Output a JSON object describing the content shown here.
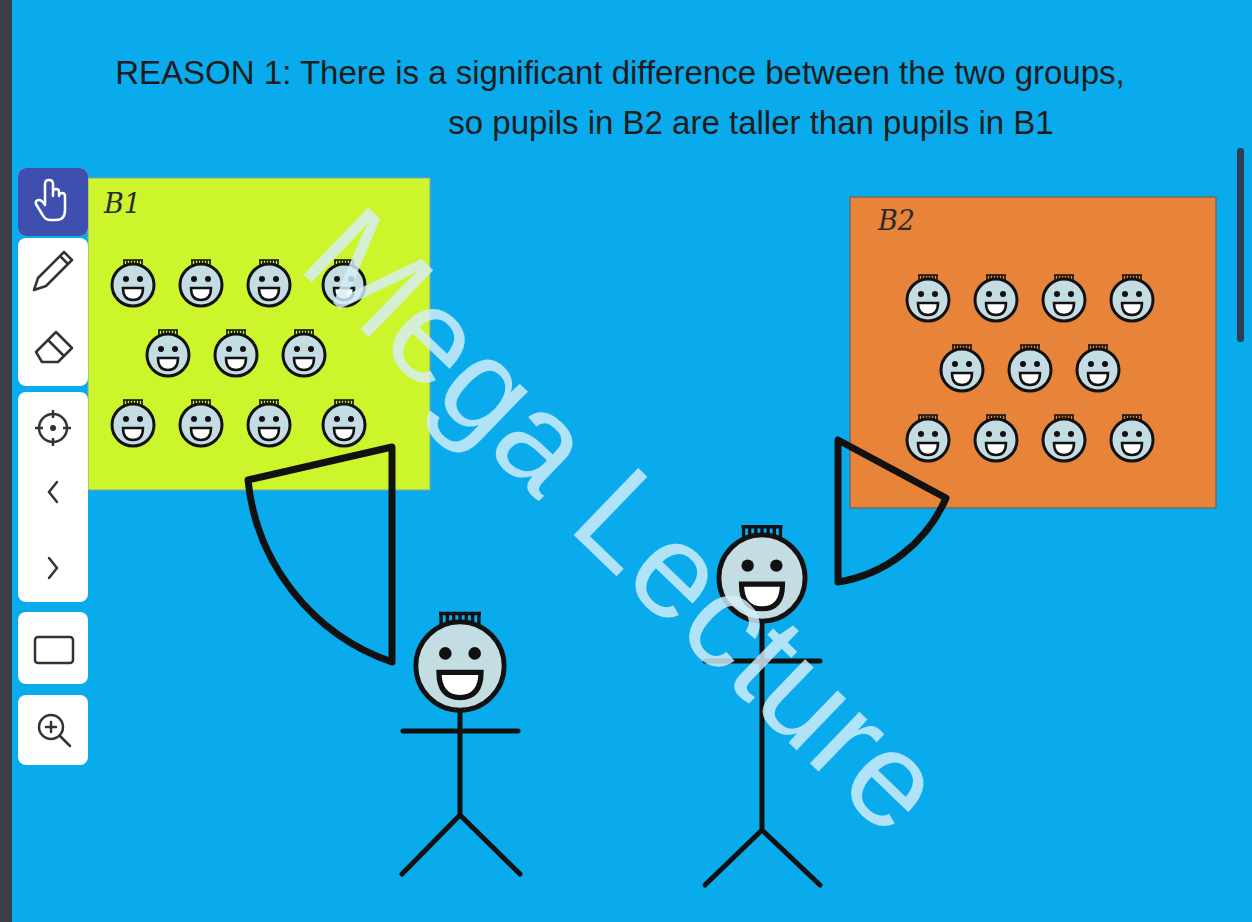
{
  "diagram": {
    "title": "REASON 1: There is a significant difference between the two groups, so pupils in B2 are taller than pupils in B1",
    "nodes": [
      {
        "text": [
          "B1"
        ]
      },
      {
        "text": [
          "B2"
        ]
      }
    ],
    "labels": [
      "Mega Lecture"
    ]
  }
}
